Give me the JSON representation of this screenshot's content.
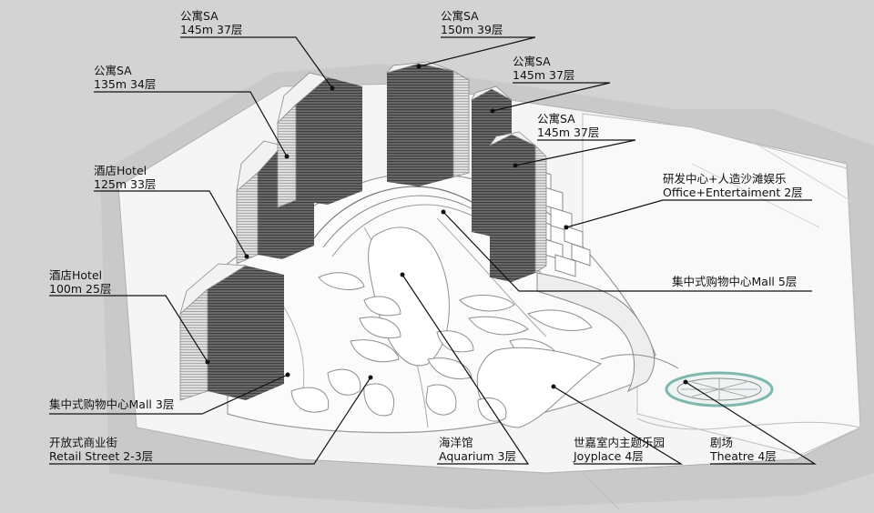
{
  "labels": {
    "t1": {
      "l1": "公寓SA",
      "l2": "145m 37层"
    },
    "t2": {
      "l1": "公寓SA",
      "l2": "150m 39层"
    },
    "t3": {
      "l1": "公寓SA",
      "l2": "135m 34层"
    },
    "t4": {
      "l1": "公寓SA",
      "l2": "145m 37层"
    },
    "t5": {
      "l1": "公寓SA",
      "l2": "145m 37层"
    },
    "hotel1": {
      "l1": "酒店Hotel",
      "l2": "125m 33层"
    },
    "hotel2": {
      "l1": "酒店Hotel",
      "l2": "100m 25层"
    },
    "office": {
      "l1": "研发中心+人造沙滩娱乐",
      "l2": "Office+Entertaiment 2层"
    },
    "mall5": {
      "l1": "集中式购物中心Mall 5层"
    },
    "mall3": {
      "l1": "集中式购物中心Mall 3层"
    },
    "retail": {
      "l1": "开放式商业街",
      "l2": "Retail Street 2-3层"
    },
    "aquarium": {
      "l1": "海洋馆",
      "l2": "Aquarium 3层"
    },
    "joyplace": {
      "l1": "世嘉室内主题乐园",
      "l2": "Joyplace 4层"
    },
    "theatre": {
      "l1": "剧场",
      "l2": "Theatre 4层"
    }
  },
  "colors": {
    "background": "#d3d3d3",
    "site": "#f7f7f7",
    "tower_dark": "#5e5e5e",
    "tower_light": "#d9d9d9",
    "podium": "#fafafa",
    "leader": "#111111",
    "theatre_ring": "#7fb7b0"
  }
}
